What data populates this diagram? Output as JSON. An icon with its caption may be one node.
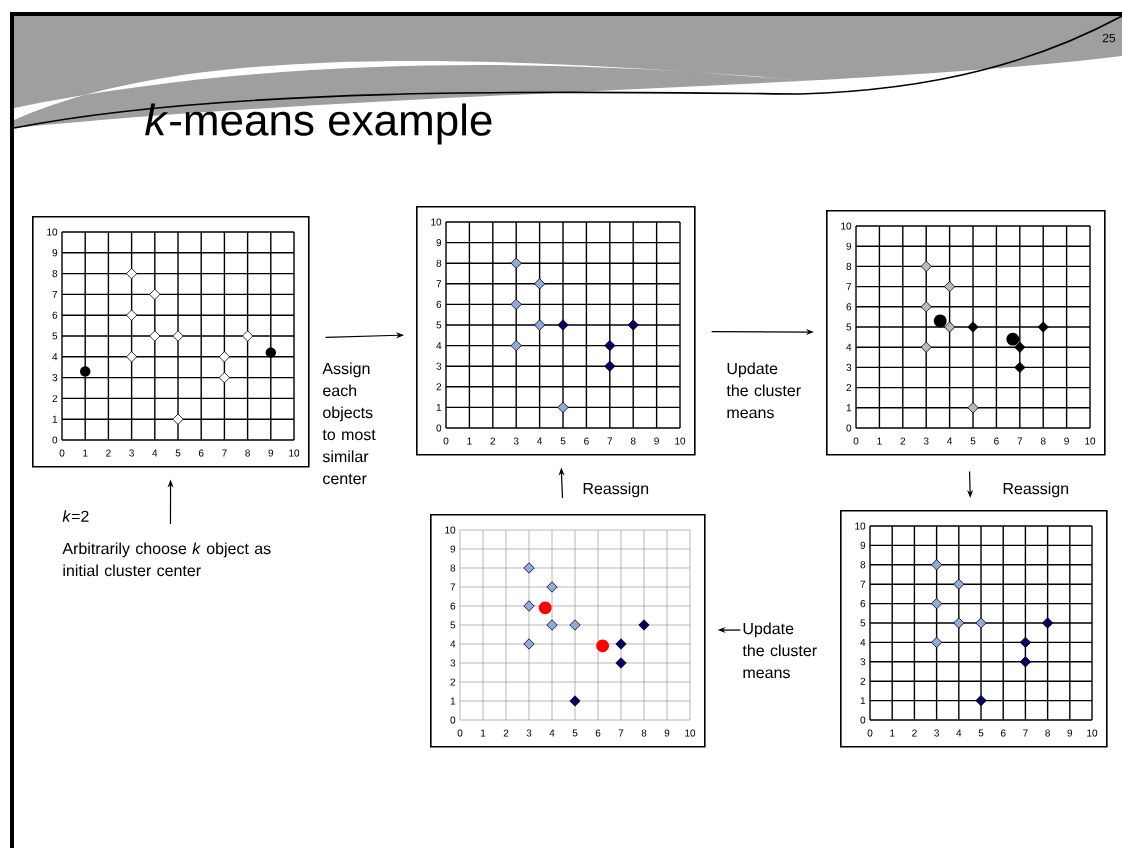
{
  "diagram": {
    "title": "*k*-means example",
    "nodes": [
      {
        "text": [],
        "shape": "picture"
      },
      {
        "text": [],
        "shape": "picture"
      },
      {
        "text": [],
        "shape": "picture"
      },
      {
        "text": [],
        "shape": "picture"
      },
      {
        "text": [],
        "shape": "picture"
      },
      {
        "text": [
          "Arbitrarily choose *k* object as initial cluster center"
        ]
      }
    ],
    "edges": [
      {
        "from": 0,
        "to": 1,
        "arrow": "to",
        "label": "Assign each objects to most similar center"
      },
      {
        "from": 1,
        "to": 2,
        "arrow": "to",
        "label": "Update the cluster means"
      },
      {
        "from": 2,
        "to": 3,
        "arrow": "to",
        "label": "Reassign"
      },
      {
        "from": 3,
        "to": 4,
        "arrow": "to",
        "label": "Update the cluster means"
      },
      {
        "from": 4,
        "to": 1,
        "arrow": "to",
        "label": "Reassign"
      },
      {
        "from": 5,
        "to": 0,
        "arrow": "to"
      }
    ],
    "labels": [
      "*k*=2",
      "25",
      "0",
      "1",
      "2",
      "3",
      "4",
      "5",
      "6",
      "7",
      "8",
      "9",
      "10",
      "0",
      "1",
      "2",
      "3",
      "4",
      "5",
      "6",
      "7",
      "8",
      "9",
      "10",
      "0",
      "1",
      "2",
      "3",
      "4",
      "5",
      "6",
      "7",
      "8",
      "9",
      "10",
      "0",
      "1",
      "2",
      "3",
      "4",
      "5",
      "6",
      "7",
      "8",
      "9",
      "10",
      "0",
      "1",
      "2",
      "3",
      "4",
      "5",
      "6",
      "7",
      "8",
      "9",
      "10",
      "0",
      "1",
      "2",
      "3",
      "4",
      "5",
      "6",
      "7",
      "8",
      "9",
      "10",
      "0",
      "1",
      "2",
      "3",
      "4",
      "5",
      "6",
      "7",
      "8",
      "9",
      "10",
      "0",
      "1",
      "2",
      "3",
      "4",
      "5",
      "6",
      "7",
      "8",
      "9",
      "10",
      "0",
      "1",
      "2",
      "3",
      "4",
      "5",
      "6",
      "7",
      "8",
      "9",
      "10",
      "0",
      "1",
      "2",
      "3",
      "4",
      "5",
      "6",
      "7",
      "8",
      "9",
      "10"
    ]
  }
}
